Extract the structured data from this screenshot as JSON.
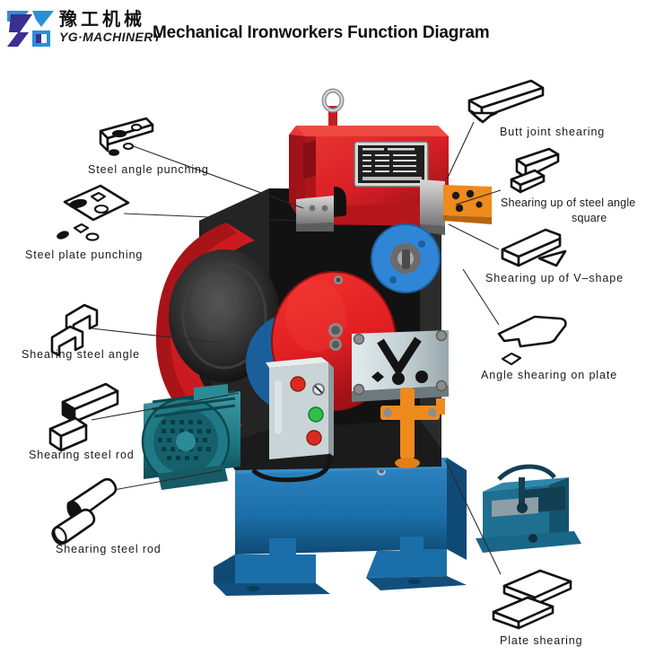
{
  "header": {
    "logo_icon": "yg-logo-icon",
    "brand_cn": "豫工机械",
    "brand_en": "YG·MACHINERY",
    "title": "Mechanical Ironworkers Function Diagram",
    "brand_blue": "#2a8fd8",
    "brand_purple": "#3b2f8f"
  },
  "callouts": {
    "left": [
      {
        "id": "steel-angle-punching",
        "label": "Steel angle punching",
        "icon": "angle-punch-icon"
      },
      {
        "id": "steel-plate-punching",
        "label": "Steel plate punching",
        "icon": "plate-punch-icon"
      },
      {
        "id": "shearing-steel-angle",
        "label": "Shearing steel angle",
        "icon": "angle-shear-icon"
      },
      {
        "id": "shearing-steel-rod-bar",
        "label": "Shearing steel rod",
        "icon": "square-bar-icon"
      },
      {
        "id": "shearing-steel-rod-round",
        "label": "Shearing steel rod",
        "icon": "round-bar-icon"
      }
    ],
    "right": [
      {
        "id": "butt-joint-shearing",
        "label": "Butt joint shearing",
        "icon": "butt-joint-icon"
      },
      {
        "id": "shearing-up-steel-angle-square",
        "label": "Shearing up of steel angle",
        "label2": "square",
        "icon": "angle-square-icon"
      },
      {
        "id": "shearing-up-v-shape",
        "label": "Shearing up of V–shape",
        "icon": "v-shape-icon"
      },
      {
        "id": "angle-shearing-on-plate",
        "label": "Angle shearing on plate",
        "icon": "notch-plate-icon"
      },
      {
        "id": "plate-shearing",
        "label": "Plate shearing",
        "icon": "plate-shear-icon"
      }
    ]
  },
  "machine": {
    "name": "mechanical-ironworker-machine",
    "colors": {
      "red_body": "#d81f26",
      "red_dark": "#9e1016",
      "blue_base": "#1b6fa8",
      "blue_base_dark": "#12527d",
      "motor_teal": "#1f7a86",
      "grey_steel": "#a8a8a8",
      "black_frame": "#1a1a1a",
      "orange": "#ef8a1d",
      "panel_grey": "#c9d4d6",
      "button_red": "#d92b1f",
      "button_green": "#2fbf4a"
    },
    "parts": [
      "lifting-eye",
      "red-gearbox-cover",
      "spec-plate",
      "red-flywheel",
      "blue-disc",
      "v-belt",
      "electric-motor",
      "control-box",
      "punch-station",
      "v-notch-die",
      "orange-clamp",
      "blue-base",
      "bar-shear-station"
    ]
  }
}
